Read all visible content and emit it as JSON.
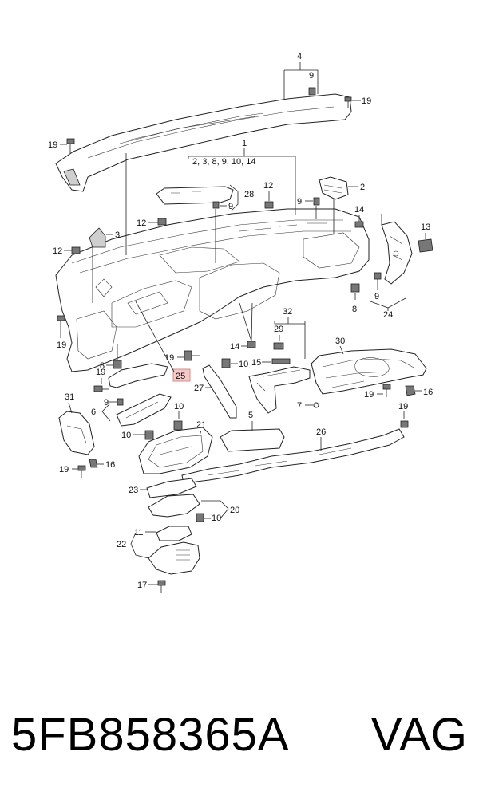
{
  "callouts": {
    "c4": "4",
    "c9_top": "9",
    "c19_top_right": "19",
    "c19_left": "19",
    "c1": "1",
    "c1_sub": "2, 3, 8, 9, 10, 14",
    "c28": "28",
    "c9_28": "9",
    "c12_mid": "12",
    "c9_mid": "9",
    "c2": "2",
    "c12_left_a": "12",
    "c12_left_b": "12",
    "c3": "3",
    "c14_right": "14",
    "c13": "13",
    "c9_right": "9",
    "c8_right": "8",
    "c24": "24",
    "c32": "32",
    "c29": "29",
    "c19_mid_left": "19",
    "c19_dash": "19",
    "c8_left": "8",
    "c25": "25",
    "c14_center": "14",
    "c15": "15",
    "c10_center": "10",
    "c30": "30",
    "c19_glove": "19",
    "c27": "27",
    "c7": "7",
    "c19_trim": "19",
    "c16_trim": "16",
    "c31": "31",
    "c9_glove": "9",
    "c6": "6",
    "c10_cluster": "10",
    "c21": "21",
    "c10_cluster_b": "10",
    "c5": "5",
    "c26": "26",
    "c19_bar": "19",
    "c19_knee": "19",
    "c16_knee": "16",
    "c23": "23",
    "c10_col": "10",
    "c20": "20",
    "c11": "11",
    "c22": "22",
    "c17": "17"
  },
  "footer": {
    "part_number": "5FB858365A",
    "brand": "VAG"
  },
  "colors": {
    "highlight_box": "#f4c9c9",
    "highlight_border": "#d98b8b",
    "line": "#222222",
    "shade": "#cfcfcf"
  }
}
